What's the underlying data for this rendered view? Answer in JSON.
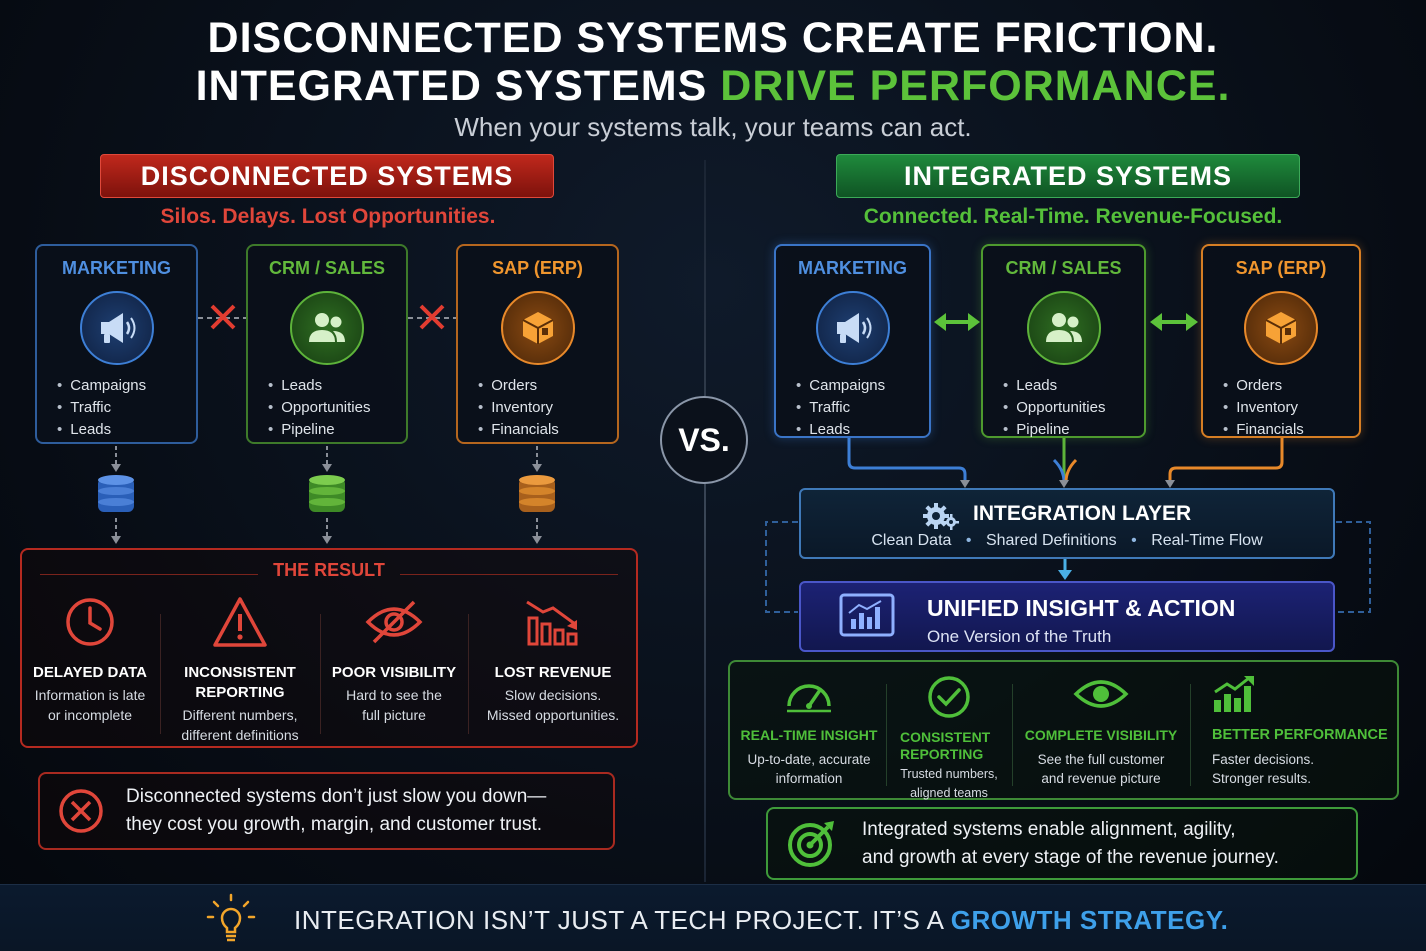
{
  "header": {
    "line1": "DISCONNECTED SYSTEMS CREATE FRICTION.",
    "line2_prefix": "INTEGRATED SYSTEMS",
    "line2_highlight": "DRIVE PERFORMANCE.",
    "subtitle": "When your systems talk, your teams can act."
  },
  "vs_label": "VS.",
  "left": {
    "banner": "DISCONNECTED SYSTEMS",
    "tagline": "Silos. Delays. Lost Opportunities.",
    "systems": [
      {
        "title": "MARKETING",
        "items": [
          "Campaigns",
          "Traffic",
          "Leads"
        ],
        "color": "#3d7fd6",
        "icon": "megaphone-icon"
      },
      {
        "title": "CRM / SALES",
        "items": [
          "Leads",
          "Opportunities",
          "Pipeline"
        ],
        "color": "#5db33a",
        "icon": "people-icon"
      },
      {
        "title": "SAP (ERP)",
        "items": [
          "Orders",
          "Inventory",
          "Financials"
        ],
        "color": "#e8892a",
        "icon": "box-icon"
      }
    ],
    "result": {
      "caption": "THE RESULT",
      "items": [
        {
          "title": [
            "DELAYED DATA"
          ],
          "desc": [
            "Information is late",
            "or incomplete"
          ],
          "icon": "clock-icon"
        },
        {
          "title": [
            "INCONSISTENT",
            "REPORTING"
          ],
          "desc": [
            "Different numbers,",
            "different definitions"
          ],
          "icon": "warning-icon"
        },
        {
          "title": [
            "POOR VISIBILITY"
          ],
          "desc": [
            "Hard to see the",
            "full picture"
          ],
          "icon": "eye-off-icon"
        },
        {
          "title": [
            "LOST REVENUE"
          ],
          "desc": [
            "Slow decisions.",
            "Missed opportunities."
          ],
          "icon": "declining-chart-icon"
        }
      ]
    },
    "note": [
      "Disconnected systems don’t just slow you down—",
      "they cost you growth, margin, and customer trust."
    ]
  },
  "right": {
    "banner": "INTEGRATED SYSTEMS",
    "tagline": "Connected. Real-Time. Revenue-Focused.",
    "systems": [
      {
        "title": "MARKETING",
        "items": [
          "Campaigns",
          "Traffic",
          "Leads"
        ],
        "color": "#3d7fd6",
        "icon": "megaphone-icon"
      },
      {
        "title": "CRM / SALES",
        "items": [
          "Leads",
          "Opportunities",
          "Pipeline"
        ],
        "color": "#5db33a",
        "icon": "people-icon"
      },
      {
        "title": "SAP (ERP)",
        "items": [
          "Orders",
          "Inventory",
          "Financials"
        ],
        "color": "#e8892a",
        "icon": "box-icon"
      }
    ],
    "integration_layer": {
      "title": "INTEGRATION LAYER",
      "features": [
        "Clean Data",
        "Shared Definitions",
        "Real-Time Flow"
      ]
    },
    "unified": {
      "title": "UNIFIED INSIGHT & ACTION",
      "subtitle": "One Version of the Truth"
    },
    "benefits": [
      {
        "title": [
          "REAL-TIME INSIGHT"
        ],
        "desc": [
          "Up-to-date, accurate",
          "information"
        ],
        "icon": "gauge-icon"
      },
      {
        "title": [
          "CONSISTENT",
          "REPORTING"
        ],
        "desc": [
          "Trusted numbers,",
          "aligned teams"
        ],
        "icon": "check-circle-icon"
      },
      {
        "title": [
          "COMPLETE VISIBILITY"
        ],
        "desc": [
          "See the full customer",
          "and revenue picture"
        ],
        "icon": "eye-icon"
      },
      {
        "title": [
          "BETTER PERFORMANCE"
        ],
        "desc": [
          "Faster decisions.",
          "Stronger results."
        ],
        "icon": "growth-chart-icon"
      }
    ],
    "note": [
      "Integrated systems enable alignment, agility,",
      "and growth at every stage of the revenue journey."
    ]
  },
  "footer": {
    "prefix": "INTEGRATION ISN’T JUST A TECH PROJECT.  IT’S A ",
    "highlight": "GROWTH STRATEGY."
  },
  "colors": {
    "red": "#e0463a",
    "green": "#5cc23a",
    "blue": "#3d7fd6",
    "orange": "#e8892a",
    "footer_blue": "#3ea0ea"
  }
}
